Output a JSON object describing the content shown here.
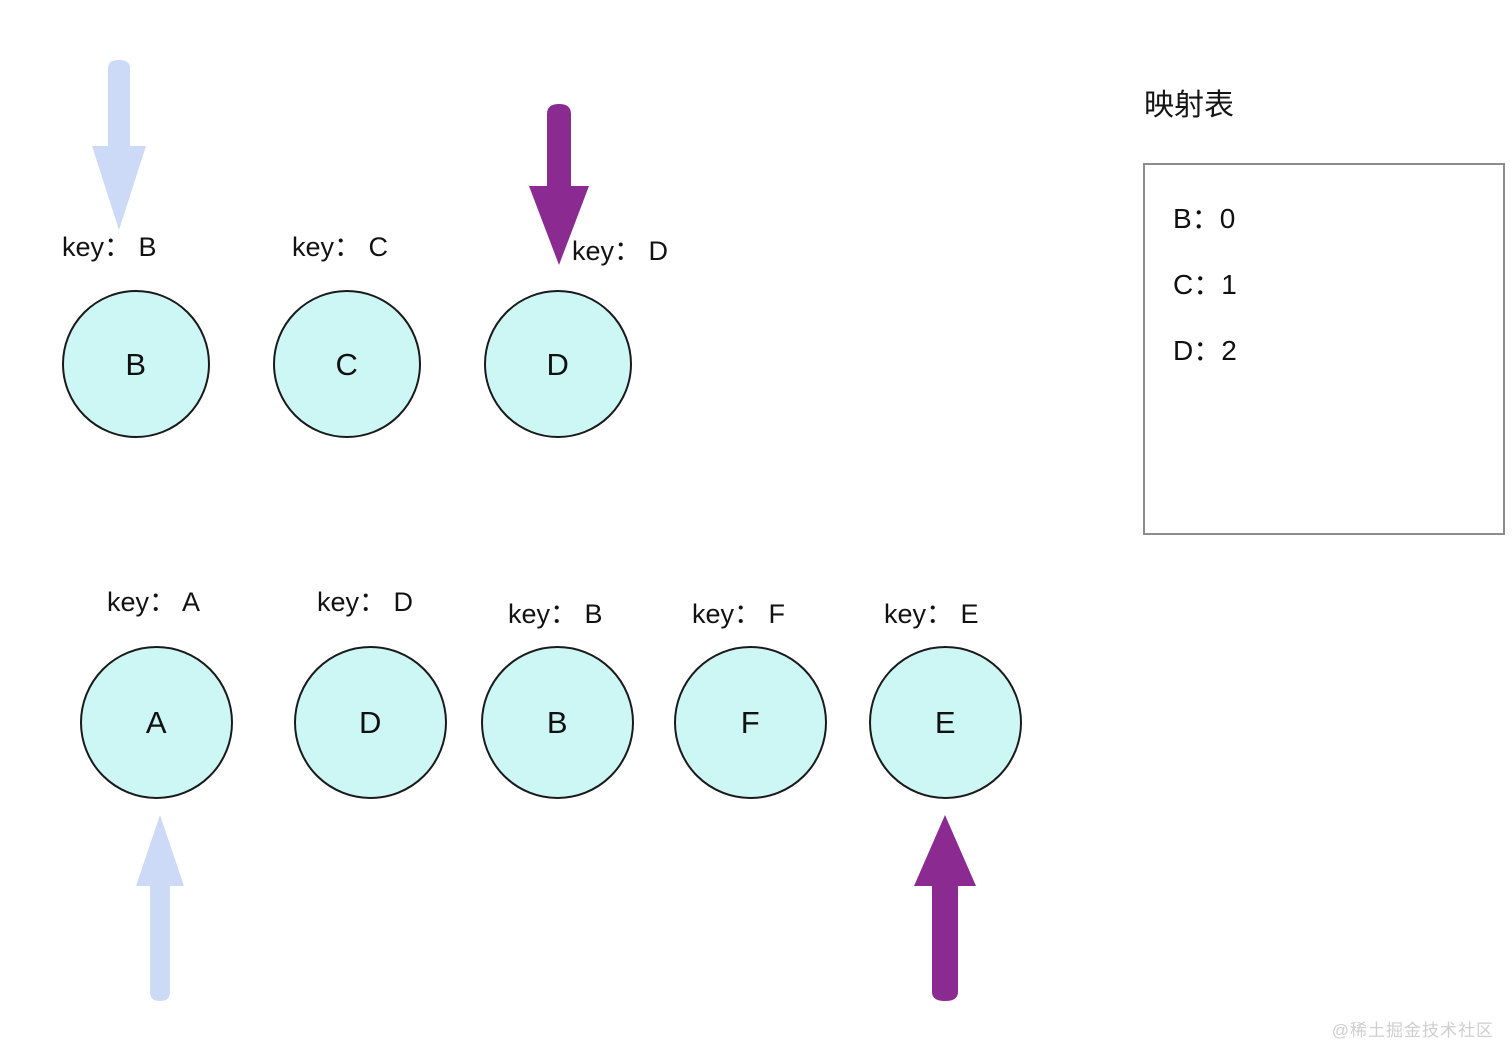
{
  "diagram": {
    "title": "LRU / hash-index mapping diagram",
    "colors": {
      "node_fill": "#cdf7f4",
      "node_stroke": "#1a1a1a",
      "arrow_light": "#ccd9f7",
      "arrow_purple": "#8b2a90",
      "table_border": "#8c8c8c",
      "text": "#101010",
      "watermark": "#cfcfcf"
    },
    "top_row": {
      "nodes": [
        {
          "label": "B",
          "key_caption": "key： B"
        },
        {
          "label": "C",
          "key_caption": "key： C"
        },
        {
          "label": "D",
          "key_caption": "key： D"
        }
      ]
    },
    "bottom_row": {
      "nodes": [
        {
          "label": "A",
          "key_caption": "key： A"
        },
        {
          "label": "D",
          "key_caption": "key： D"
        },
        {
          "label": "B",
          "key_caption": "key： B"
        },
        {
          "label": "F",
          "key_caption": "key： F"
        },
        {
          "label": "E",
          "key_caption": "key： E"
        }
      ]
    },
    "arrows": [
      {
        "name": "down-arrow-above-b",
        "direction": "down",
        "color": "#ccd9f7",
        "target": "B"
      },
      {
        "name": "down-arrow-above-d",
        "direction": "down",
        "color": "#8b2a90",
        "target": "D"
      },
      {
        "name": "up-arrow-below-a",
        "direction": "up",
        "color": "#ccd9f7",
        "target": "A"
      },
      {
        "name": "up-arrow-below-e",
        "direction": "up",
        "color": "#8b2a90",
        "target": "E"
      }
    ],
    "mapping_table": {
      "title": "映射表",
      "rows": [
        {
          "key": "B",
          "sep": "：",
          "value": "0"
        },
        {
          "key": "C",
          "sep": "：",
          "value": "1"
        },
        {
          "key": "D",
          "sep": "：",
          "value": "2"
        }
      ]
    },
    "watermark": "@稀土掘金技术社区"
  }
}
